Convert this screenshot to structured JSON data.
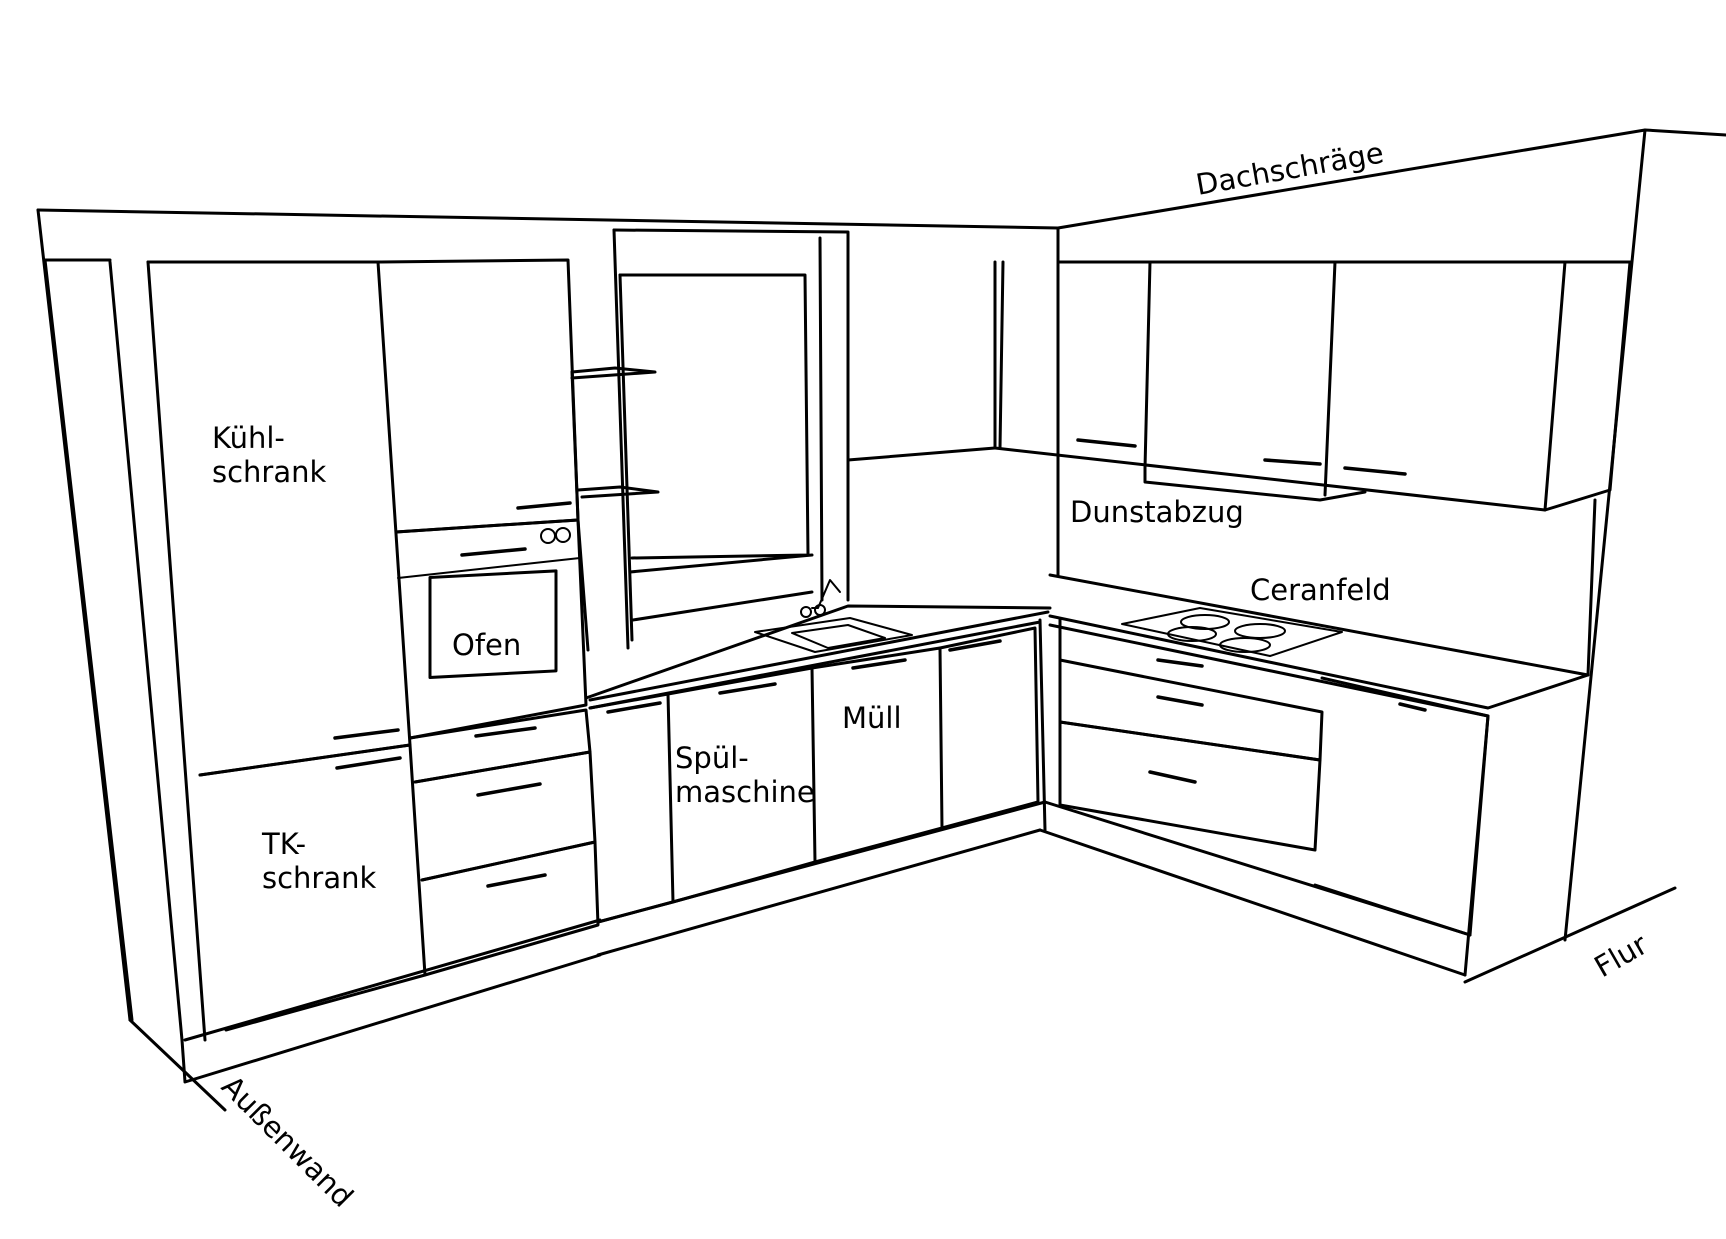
{
  "labels": {
    "kuehl_1": "Kühl-",
    "kuehl_2": "schrank",
    "tk_1": "TK-",
    "tk_2": "schrank",
    "ofen": "Ofen",
    "spuel_1": "Spül-",
    "spuel_2": "maschine",
    "muell": "Müll",
    "dunstabzug": "Dunstabzug",
    "ceranfeld": "Ceranfeld",
    "dachschraege": "Dachschräge",
    "aussenwand": "Außenwand",
    "flur": "Flur"
  }
}
